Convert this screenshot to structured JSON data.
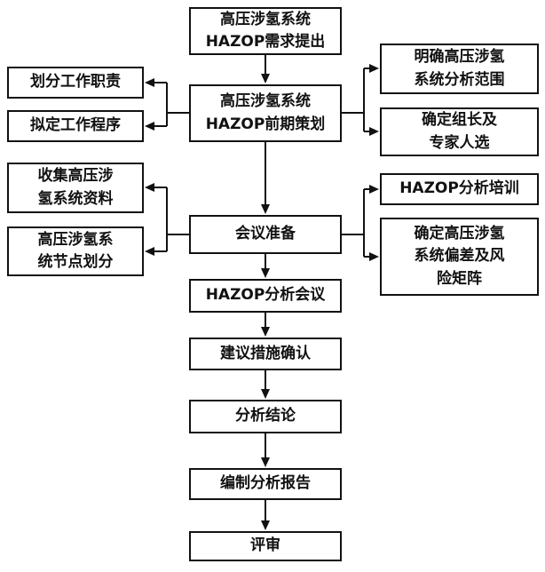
{
  "diagram": {
    "nodes": {
      "request": {
        "label": "高压涉氢系统\nHAZOP需求提出"
      },
      "planning": {
        "label": "高压涉氢系统\nHAZOP前期策划"
      },
      "duty": {
        "label": "划分工作职责"
      },
      "procedure": {
        "label": "拟定工作程序"
      },
      "scope": {
        "label": "明确高压涉氢\n系统分析范围"
      },
      "leader": {
        "label": "确定组长及\n专家人选"
      },
      "collect": {
        "label": "收集高压涉\n氢系统资料"
      },
      "nodesplit": {
        "label": "高压涉氢系\n统节点划分"
      },
      "meetingprep": {
        "label": "会议准备"
      },
      "training": {
        "label": "HAZOP分析培训"
      },
      "deviation": {
        "label": "确定高压涉氢\n系统偏差及风\n险矩阵"
      },
      "meeting": {
        "label": "HAZOP分析会议"
      },
      "measures": {
        "label": "建议措施确认"
      },
      "conclusion": {
        "label": "分析结论"
      },
      "report": {
        "label": "编制分析报告"
      },
      "review": {
        "label": "评审"
      }
    },
    "edges": [
      {
        "from": "request",
        "to": "planning"
      },
      {
        "from": "planning",
        "to": "duty"
      },
      {
        "from": "planning",
        "to": "procedure"
      },
      {
        "from": "planning",
        "to": "scope"
      },
      {
        "from": "planning",
        "to": "leader"
      },
      {
        "from": "planning",
        "to": "meetingprep"
      },
      {
        "from": "meetingprep",
        "to": "collect"
      },
      {
        "from": "meetingprep",
        "to": "nodesplit"
      },
      {
        "from": "meetingprep",
        "to": "training"
      },
      {
        "from": "meetingprep",
        "to": "deviation"
      },
      {
        "from": "meetingprep",
        "to": "meeting"
      },
      {
        "from": "meeting",
        "to": "measures"
      },
      {
        "from": "measures",
        "to": "conclusion"
      },
      {
        "from": "conclusion",
        "to": "report"
      },
      {
        "from": "report",
        "to": "review"
      }
    ],
    "colors": {
      "line": "#111111",
      "box_background": "#ffffff",
      "text": "#111111"
    }
  }
}
